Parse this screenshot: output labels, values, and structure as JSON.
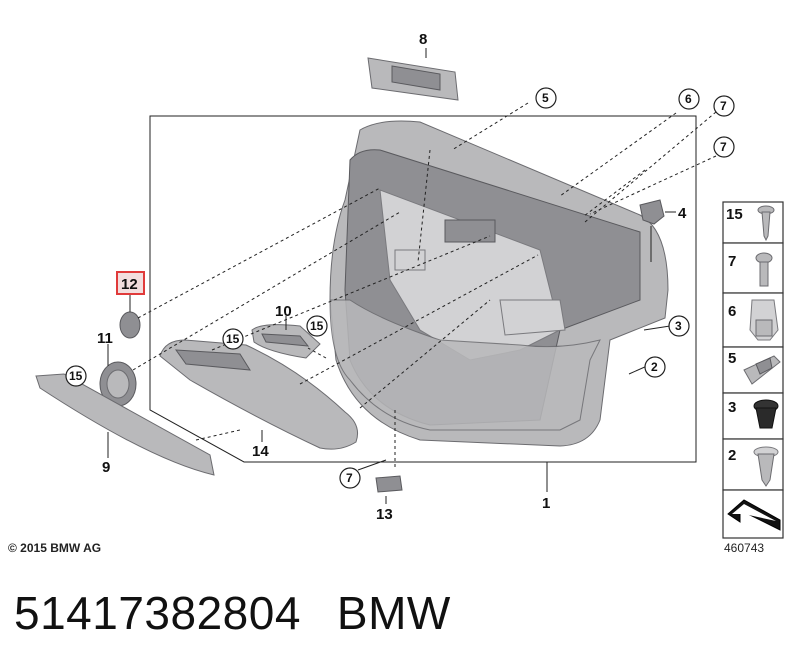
{
  "callouts": {
    "c1": "1",
    "c2": "2",
    "c3": "3",
    "c4": "4",
    "c5": "5",
    "c6": "6",
    "c7a": "7",
    "c7b": "7",
    "c7c": "7",
    "c8": "8",
    "c9": "9",
    "c10": "10",
    "c11": "11",
    "c12": "12",
    "c13": "13",
    "c14": "14",
    "c15a": "15",
    "c15b": "15",
    "c15c": "15"
  },
  "legend": [
    "15",
    "7",
    "6",
    "5",
    "3",
    "2"
  ],
  "highlight_color": "#e03a3a",
  "copyright": "© 2015 BMW AG",
  "diagram_id": "460743",
  "footer": {
    "part_number": "51417382804",
    "brand": "BMW"
  }
}
